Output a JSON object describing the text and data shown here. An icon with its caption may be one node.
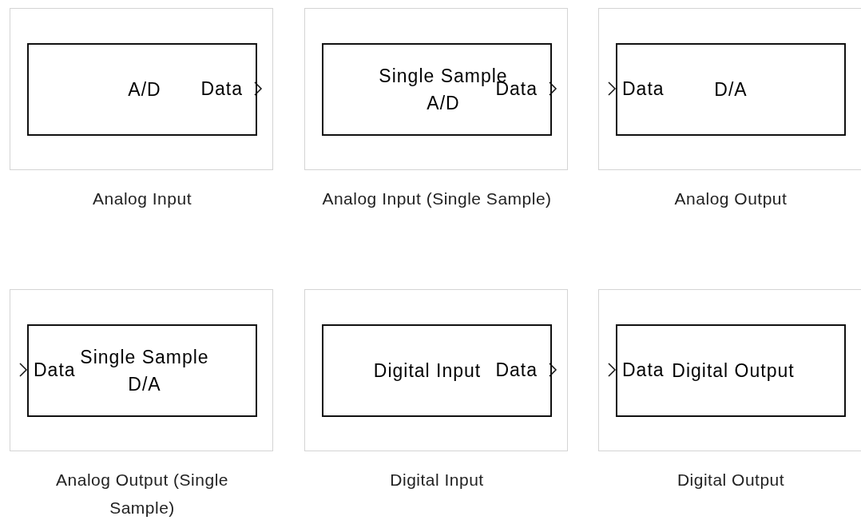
{
  "diagram": {
    "nodes": [
      {
        "text": [
          "Analog Input"
        ]
      },
      {
        "text": [
          "A/D",
          "Data"
        ],
        "in": 0
      },
      {
        "text": [
          "Analog Input (Single Sample)"
        ]
      },
      {
        "text": [
          "Single Sample A/D",
          "Data"
        ],
        "in": 2
      },
      {
        "text": [
          "Analog Output"
        ]
      },
      {
        "text": [
          "Data",
          "D/A"
        ],
        "in": 4
      },
      {
        "text": [
          "Analog Output (Single Sample)"
        ]
      },
      {
        "text": [
          "Data",
          "Single Sample D/A"
        ],
        "in": 6
      },
      {
        "text": [
          "Digital Input"
        ]
      },
      {
        "text": [
          "Digital Input",
          "Data"
        ],
        "in": 8
      },
      {
        "text": [
          "Digital Output"
        ]
      },
      {
        "text": [
          "Data",
          "Digital Output"
        ],
        "in": 10
      }
    ]
  }
}
